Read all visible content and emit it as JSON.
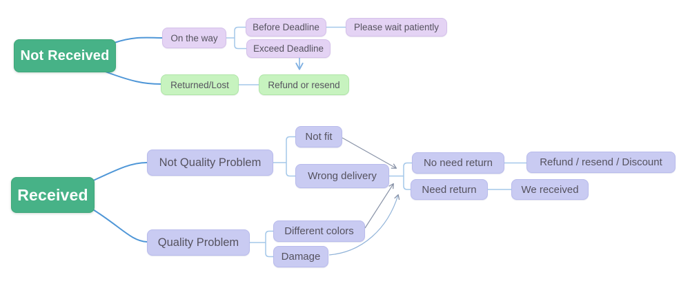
{
  "palette": {
    "root_green": "#47b287",
    "lavender": "#e4d3f4",
    "mint": "#c7f3bf",
    "periwinkle": "#c9cbf2",
    "curve_blue": "#4e96d7",
    "branch_blue": "#a3c7e9",
    "arrow_gray": "#8a94a8",
    "arrow_blue": "#7fb0e2",
    "text_dark": "#55525e",
    "text_white": "#ffffff"
  },
  "not_received_map": {
    "root": "Not Received",
    "on_the_way": "On the way",
    "before_deadline": "Before Deadline",
    "please_wait_patiently": "Please wait patiently",
    "exceed_deadline": "Exceed Deadline",
    "returned_lost": "Returned/Lost",
    "refund_or_resend": "Refund or resend"
  },
  "received_map": {
    "root": "Received",
    "not_quality_problem": "Not Quality Problem",
    "not_fit": "Not fit",
    "wrong_delivery": "Wrong delivery",
    "no_need_return": "No need return",
    "refund_resend_discount": "Refund / resend / Discount",
    "need_return": "Need return",
    "we_received": "We received",
    "quality_problem": "Quality Problem",
    "different_colors": "Different colors",
    "damage": "Damage"
  }
}
